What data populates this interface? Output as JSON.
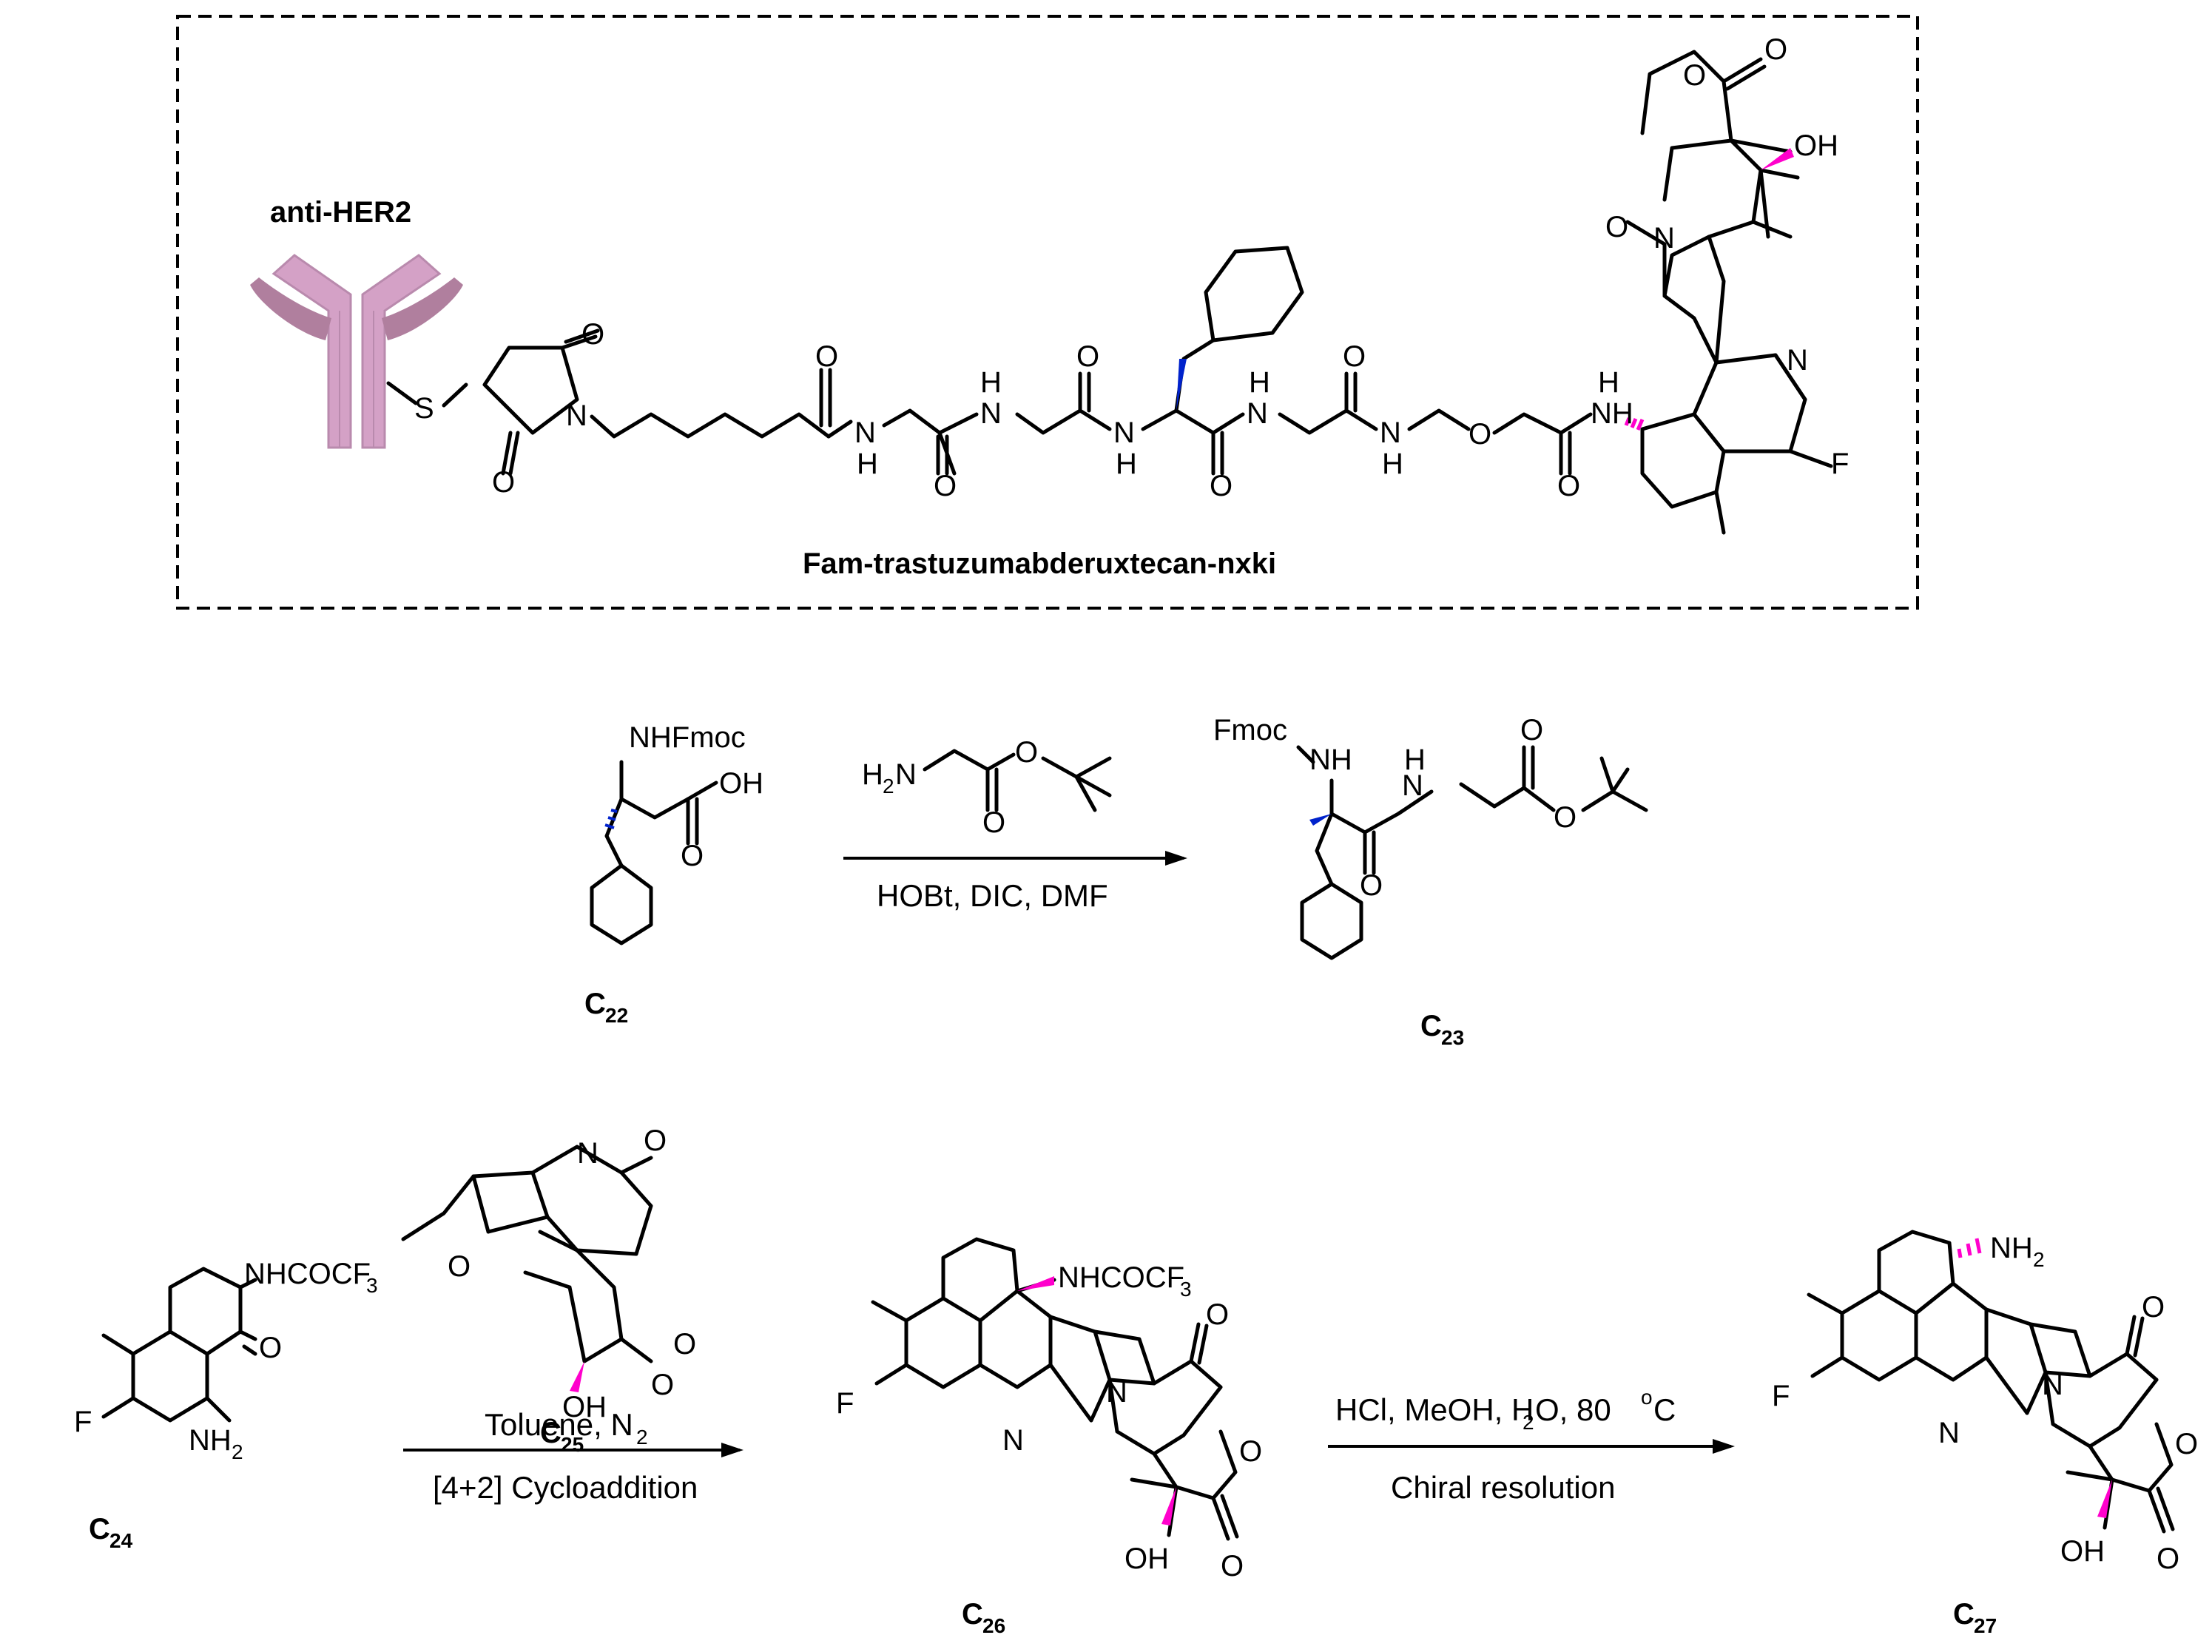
{
  "top_panel": {
    "antibody_label": "anti-HER2",
    "conjugate_name": "Fam-trastuzumabderuxtecan-nxki",
    "atoms": {
      "S": "S",
      "O": "O",
      "N": "N",
      "NH": "NH",
      "H": "H",
      "OH": "OH",
      "F": "F"
    },
    "colors": {
      "antibody": "#d4a1c6",
      "antibody_dark": "#b07f9e",
      "stereo_magenta": "#ff00cc",
      "stereo_blue": "#0022cc"
    }
  },
  "reaction1": {
    "sm_label": "C",
    "sm_sub": "22",
    "sm_group": "NHFmoc",
    "sm_oh": "OH",
    "reagent_amine": "H",
    "reagent_amine_sub": "2",
    "reagent_amine_n": "N",
    "conditions": "HOBt, DIC, DMF",
    "product_label": "C",
    "product_sub": "23",
    "product_fmoc": "Fmoc",
    "product_nh": "NH"
  },
  "reaction2": {
    "sm_label": "C",
    "sm_sub": "24",
    "sm_group": "NHCOCF",
    "sm_group_sub": "3",
    "sm_amine": "NH",
    "sm_amine_sub": "2",
    "reagent_label": "C",
    "reagent_sub": "25",
    "conditions_line1": "Toluene, N",
    "conditions_line1_sub": "2",
    "conditions_line2": "[4+2] Cycloaddition",
    "product_label": "C",
    "product_sub": "26",
    "product_group": "NHCOCF",
    "product_group_sub": "3"
  },
  "reaction3": {
    "conditions_line1_a": "HCl, MeOH, H",
    "conditions_line1_sub": "2",
    "conditions_line1_b": "O, 80 ",
    "conditions_line1_sup": "o",
    "conditions_line1_c": "C",
    "conditions_line2": "Chiral resolution",
    "product_label": "C",
    "product_sub": "27",
    "product_amine": "NH",
    "product_amine_sub": "2"
  }
}
